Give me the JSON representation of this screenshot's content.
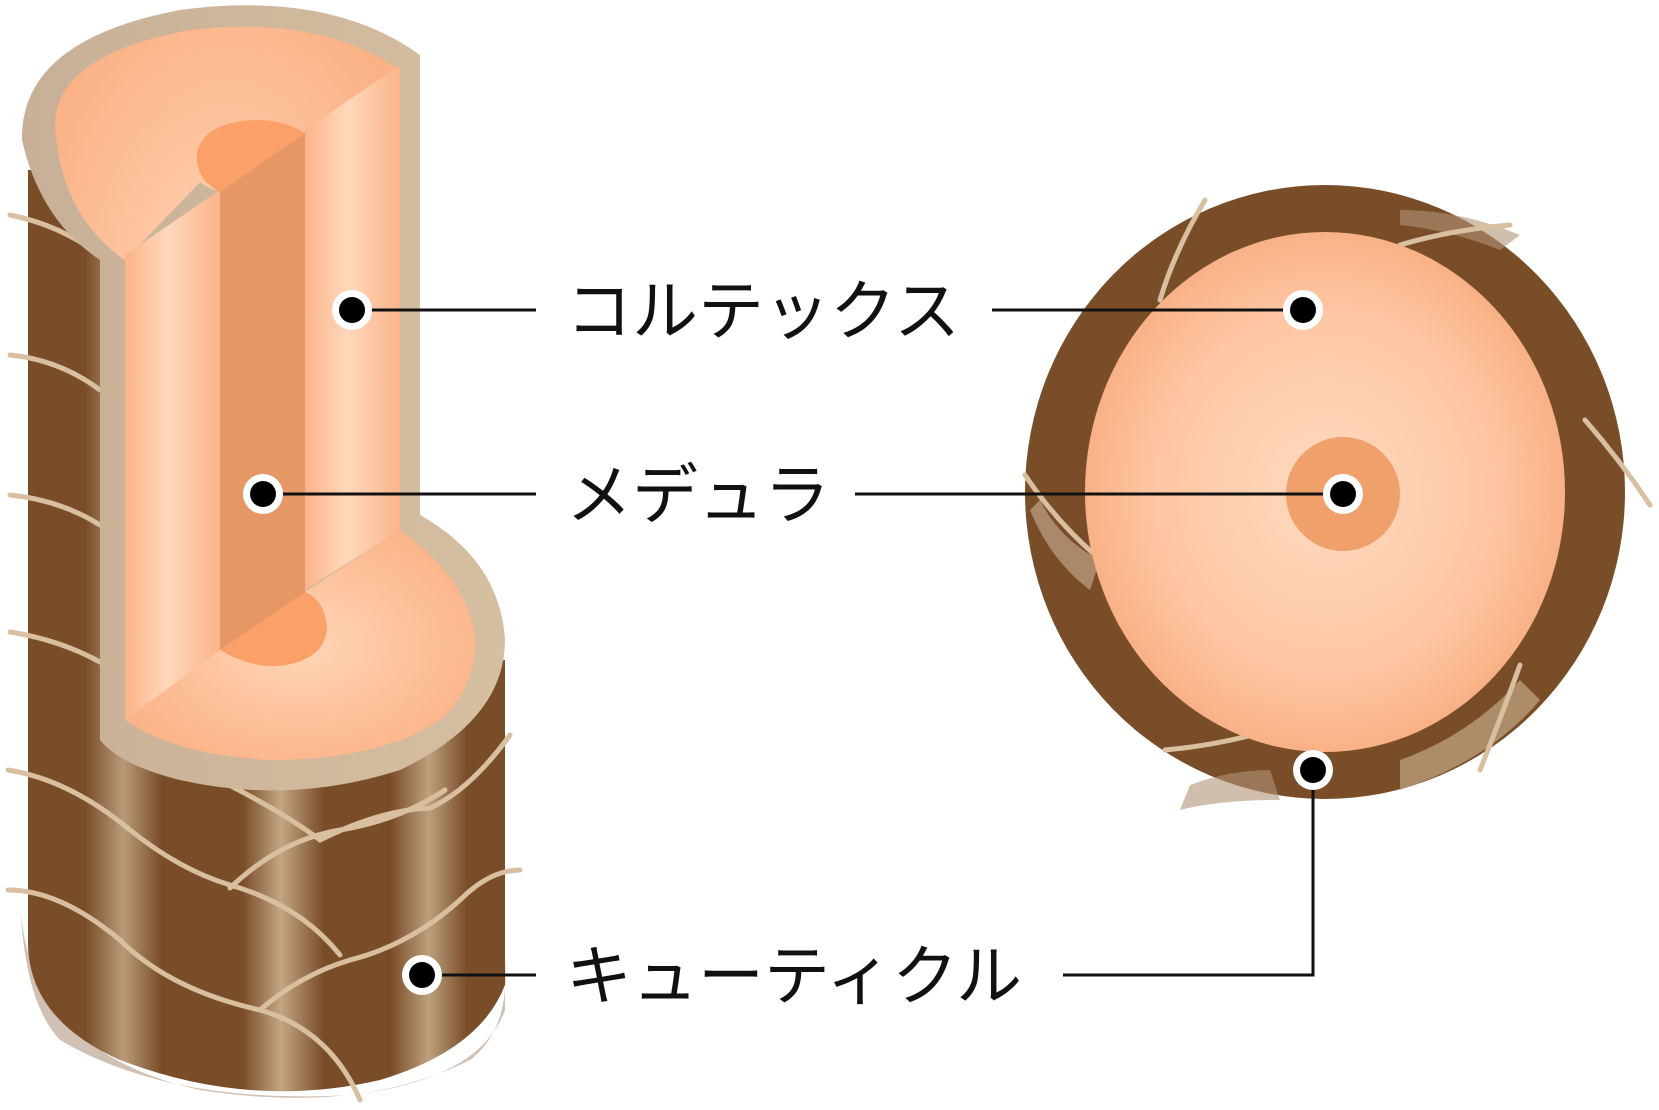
{
  "labels": {
    "cortex": "コルテックス",
    "medulla": "メデュラ",
    "cuticle": "キューティクル"
  },
  "colors": {
    "cuticle_dark": "#7a4d29",
    "cuticle_light": "#c8ad8a",
    "cortex_light": "#ffd9bc",
    "cortex_mid": "#fbb88e",
    "medulla": "#f0a06a",
    "rim": "#d8bfa0",
    "line": "#111111"
  }
}
